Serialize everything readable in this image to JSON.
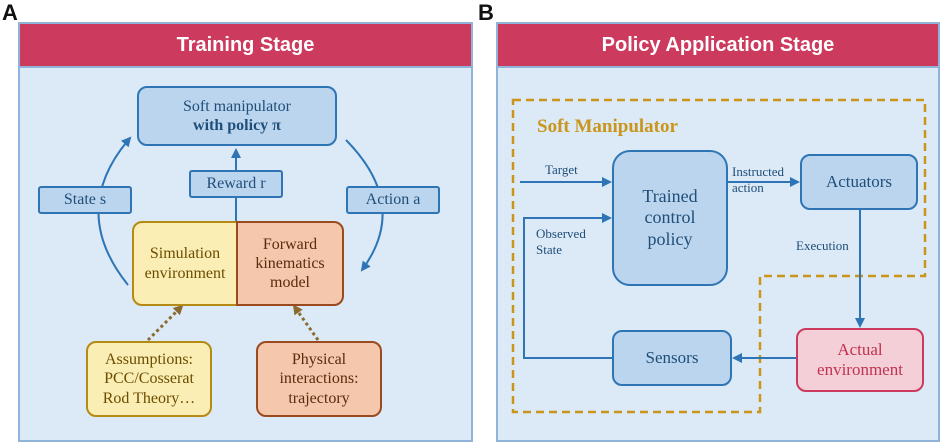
{
  "panel_a": {
    "letter": "A",
    "title": "Training Stage",
    "soft_manipulator": [
      "Soft manipulator",
      "with policy π"
    ],
    "reward": "Reward r",
    "state": "State s",
    "action": "Action a",
    "simulation": [
      "Simulation",
      "environment"
    ],
    "forward": [
      "Forward",
      "kinematics",
      "model"
    ],
    "assumptions": [
      "Assumptions:",
      "PCC/Cosserat",
      "Rod Theory…"
    ],
    "physical": [
      "Physical",
      "interactions:",
      "trajectory"
    ]
  },
  "panel_b": {
    "letter": "B",
    "title": "Policy Application Stage",
    "soft_manipulator_label": "Soft Manipulator",
    "trained_policy": [
      "Trained",
      "control",
      "policy"
    ],
    "actuators": "Actuators",
    "sensors": "Sensors",
    "actual_env": [
      "Actual",
      "environment"
    ],
    "target": "Target",
    "observed_state": [
      "Observed",
      "State"
    ],
    "instructed_action": [
      "Instructed",
      "action"
    ],
    "execution": "Execution"
  },
  "colors": {
    "banner": "#cc3a5e",
    "panel_bg": "#dce9f6",
    "blue_box": "#bcd5ee",
    "blue_border": "#2e75b6",
    "yellow_box": "#fbeeb4",
    "salmon_box": "#f5c8ad",
    "dashed_border": "#c9961b"
  }
}
